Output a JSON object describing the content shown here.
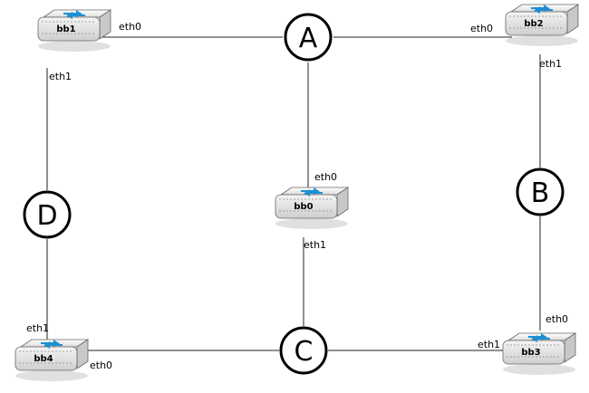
{
  "diagram": {
    "hubs": {
      "a": "A",
      "b": "B",
      "c": "C",
      "d": "D"
    },
    "switches": {
      "bb0": {
        "label": "bb0",
        "eth0": "eth0",
        "eth1": "eth1"
      },
      "bb1": {
        "label": "bb1",
        "eth0": "eth0",
        "eth1": "eth1"
      },
      "bb2": {
        "label": "bb2",
        "eth0": "eth0",
        "eth1": "eth1"
      },
      "bb3": {
        "label": "bb3",
        "eth0": "eth0",
        "eth1": "eth1"
      },
      "bb4": {
        "label": "bb4",
        "eth0": "eth0",
        "eth1": "eth1"
      }
    },
    "colors": {
      "switch_body": "#e8e8e8",
      "switch_icon": "#1e8fd4",
      "line": "#222222"
    },
    "icon": "switch-arrows-icon"
  }
}
